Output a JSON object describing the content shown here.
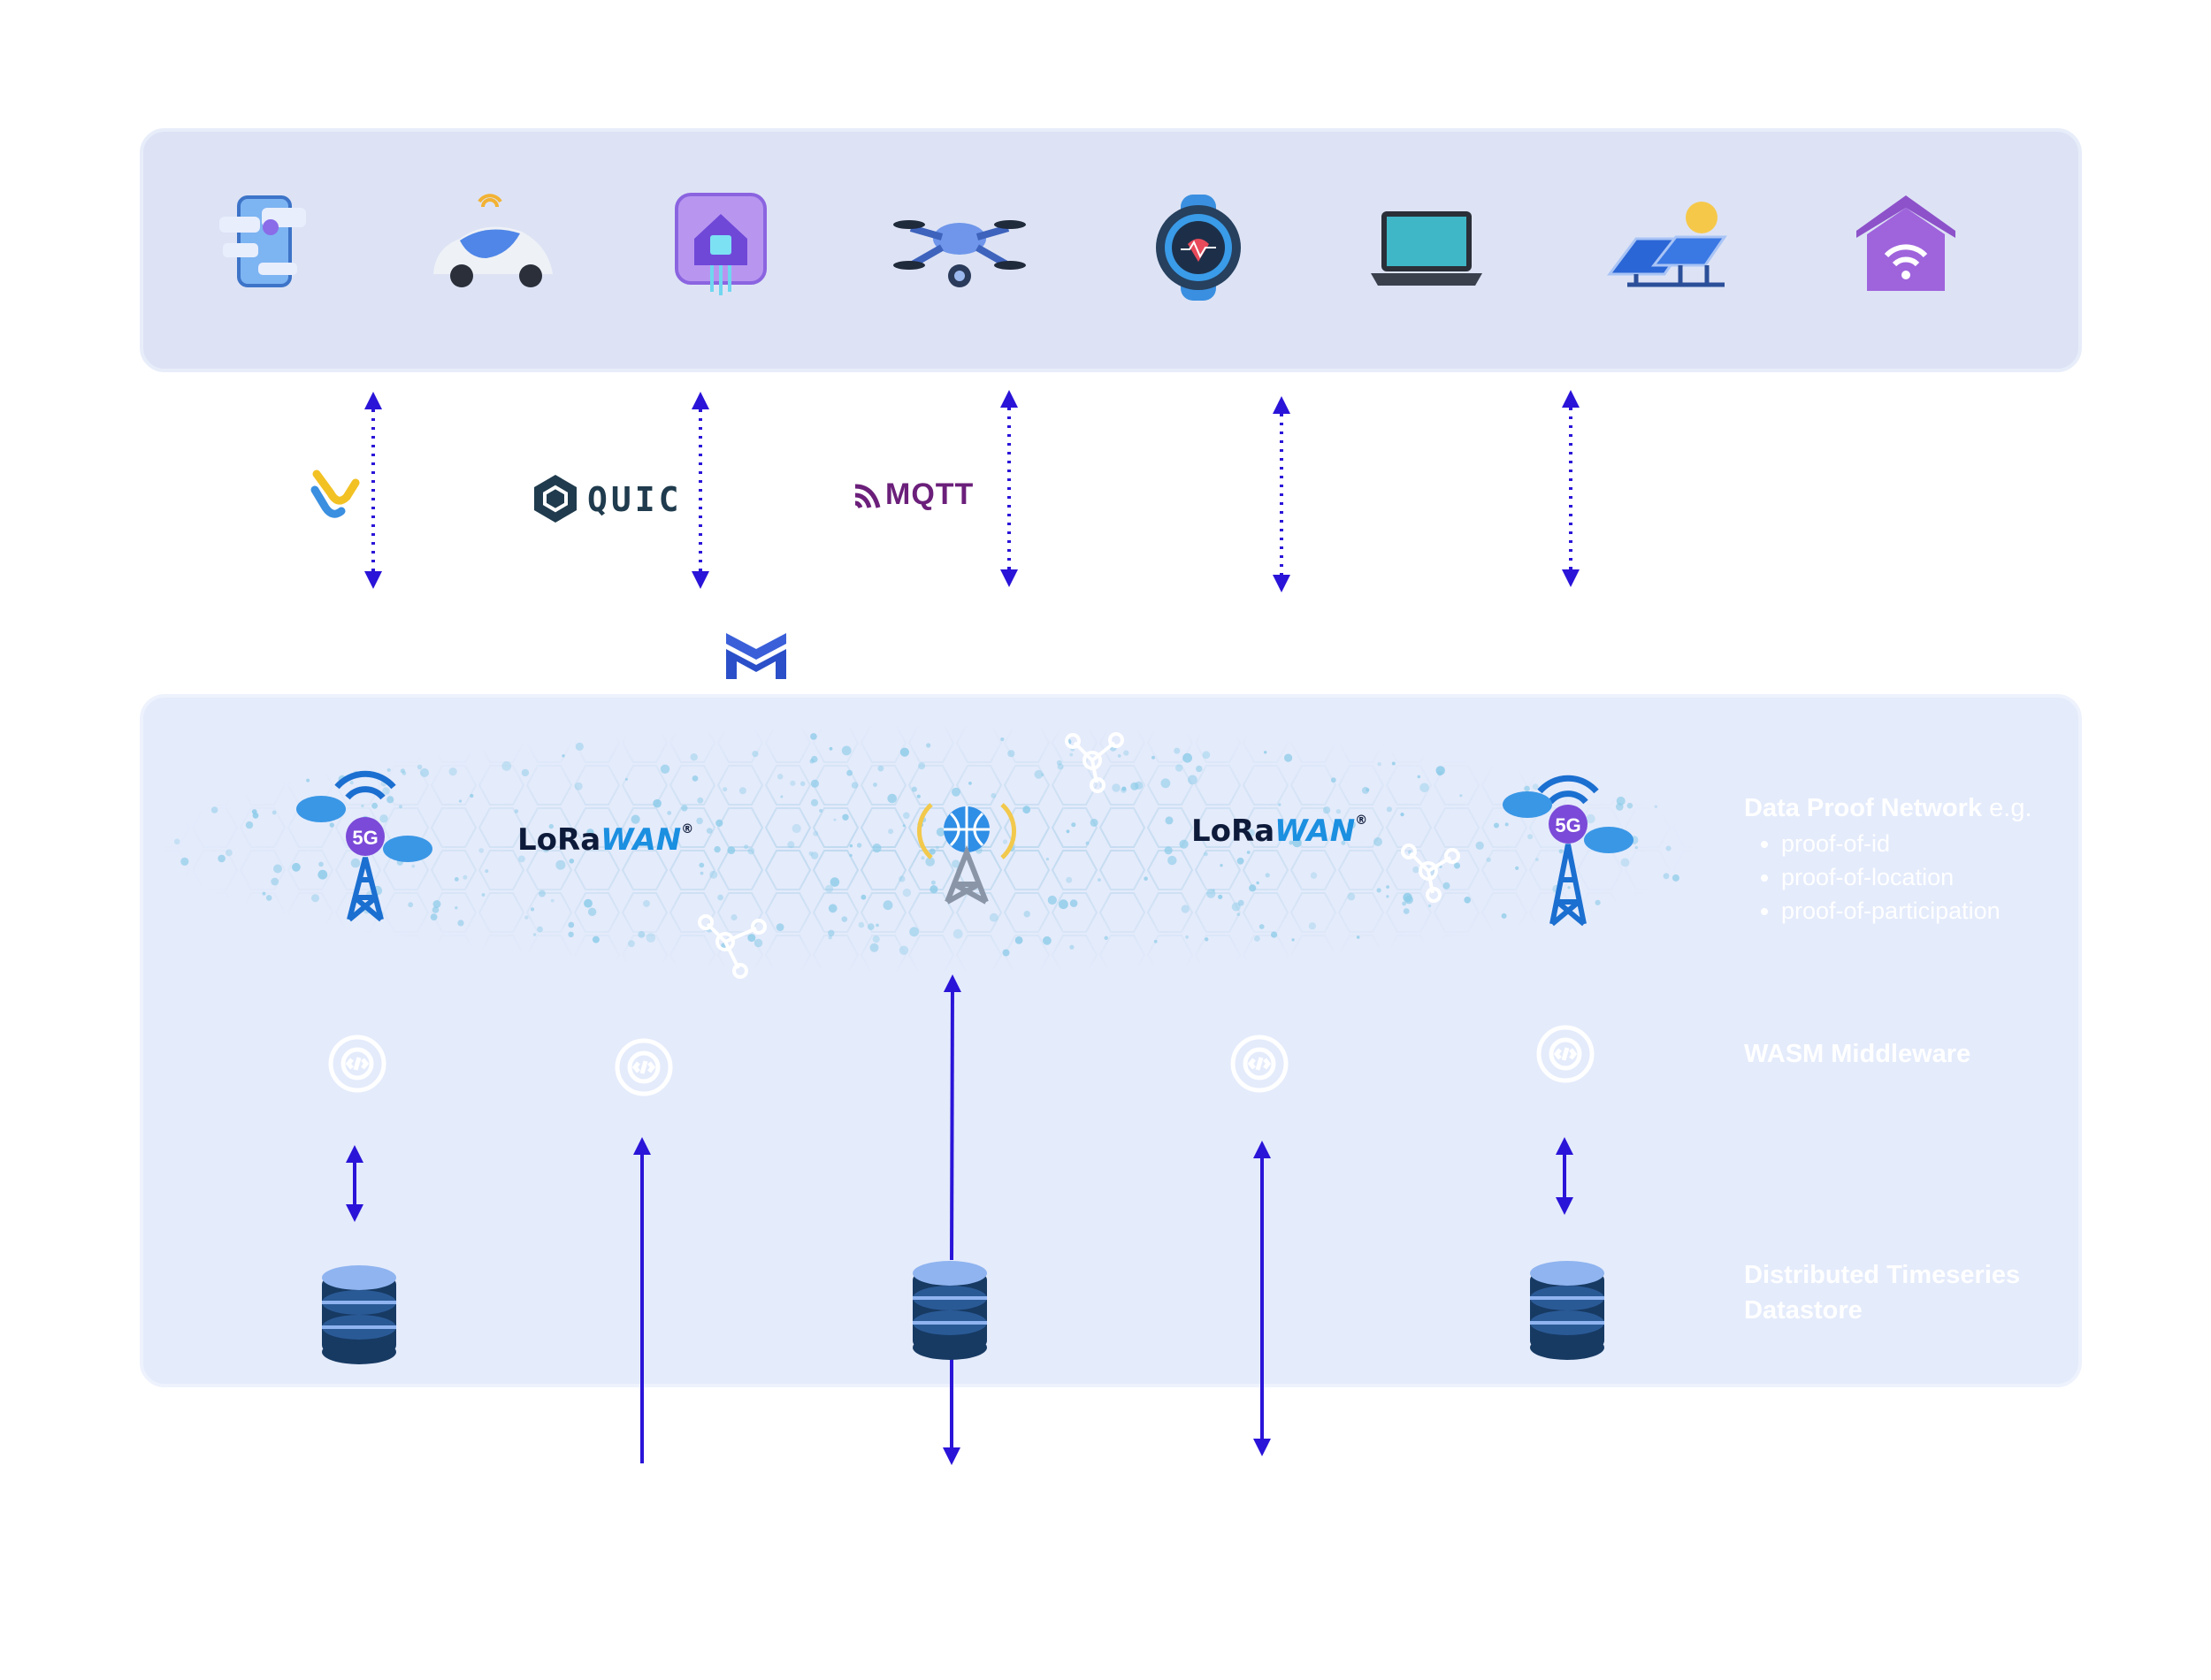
{
  "devices": [
    {
      "icon": "smartphone-chat-icon"
    },
    {
      "icon": "autonomous-car-icon"
    },
    {
      "icon": "smart-home-chip-icon"
    },
    {
      "icon": "drone-icon"
    },
    {
      "icon": "smartwatch-icon"
    },
    {
      "icon": "laptop-icon"
    },
    {
      "icon": "solar-panel-icon"
    },
    {
      "icon": "wifi-home-icon"
    }
  ],
  "protocols": {
    "quic": "QUIC",
    "mqtt": "MQTT",
    "lorawan_lora": "LoRa",
    "lorawan_wan": "WAN"
  },
  "labels": {
    "data_proof_title": "Data Proof Network",
    "data_proof_suffix": " e.g.",
    "proof_items": [
      "proof-of-id",
      "proof-of-location",
      "proof-of-participation"
    ],
    "wasm": "WASM Middleware",
    "datastore_line1": "Distributed Timeseries",
    "datastore_line2": "Datastore"
  },
  "colors": {
    "arrow": "#2a14d8",
    "panel_top": "#dde3f5",
    "panel_bottom": "#e4ebfb",
    "mqtt": "#6b1f7a",
    "quic": "#1f3b4d",
    "lorawan_blue": "#1b8fe0",
    "db_dark": "#173a63",
    "db_light": "#8fb4f0"
  }
}
